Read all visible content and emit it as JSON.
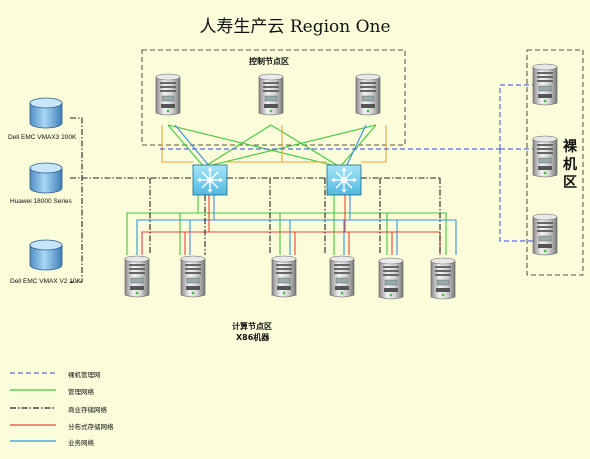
{
  "title": "人寿生产云 Region One",
  "zones": {
    "control": "控制节点区",
    "compute_line1": "计算节点区",
    "compute_line2": "X86机器",
    "bare_metal": [
      "裸",
      "机",
      "区"
    ]
  },
  "storage": [
    {
      "label": "Dell EMC VMAX3 200K"
    },
    {
      "label": "Huawei 18000 Series"
    },
    {
      "label": "Dell EMC VMAX V2 10K"
    }
  ],
  "legend": [
    {
      "label": "裸机管理网",
      "color": "#5a6de0",
      "style": "dashed"
    },
    {
      "label": "管理网络",
      "color": "#44c73a",
      "style": "solid"
    },
    {
      "label": "商业存储网络",
      "color": "#222222",
      "style": "dashdot"
    },
    {
      "label": "分布式存储网络",
      "color": "#e8443a",
      "style": "solid"
    },
    {
      "label": "业务网络",
      "color": "#3b8fe0",
      "style": "solid"
    }
  ],
  "colors": {
    "background": "#fbfcd9",
    "switch_fill": "#7fd3f0",
    "orange_link": "#f3a23c"
  },
  "icons": {
    "server": "server-icon",
    "switch": "network-switch-icon",
    "storage": "storage-cylinder-icon"
  }
}
